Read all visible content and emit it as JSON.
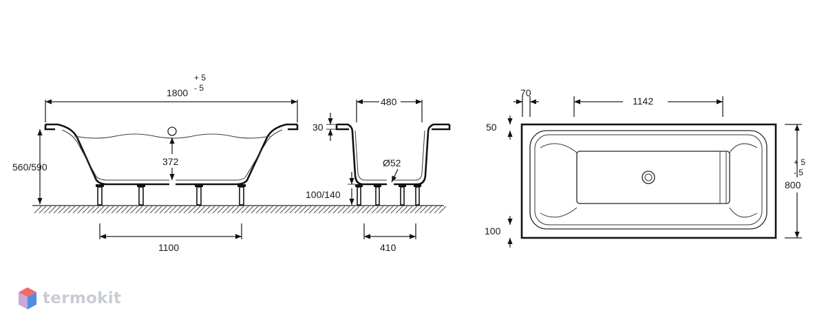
{
  "side_view": {
    "length": "1800",
    "tol_plus": "+ 5",
    "tol_minus": "- 5",
    "height": "560/590",
    "depth": "372",
    "leg_spacing": "1100"
  },
  "end_view": {
    "width": "480",
    "rim": "30",
    "drain": "Ø52",
    "leg_height": "100/140",
    "leg_spacing": "410"
  },
  "top_view": {
    "rim_offset": "70",
    "inner_length": "1142",
    "top_margin": "50",
    "bottom_margin": "100",
    "width": "800",
    "tol_plus": "+ 5",
    "tol_minus": "- 5"
  },
  "watermark": {
    "text": "termokit",
    "colors": [
      "#f26a6a",
      "#4f8fe0",
      "#c9a9d8"
    ]
  }
}
